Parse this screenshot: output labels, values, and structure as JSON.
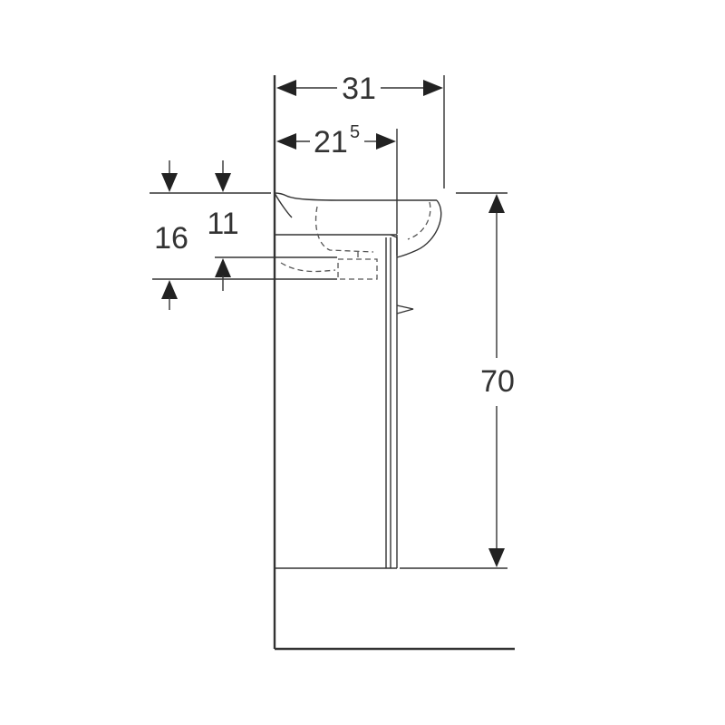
{
  "dimensions": {
    "overall_depth": {
      "value": "31"
    },
    "inner_depth": {
      "main": "21",
      "superscript": "5"
    },
    "height": {
      "value": "70"
    },
    "offset_large": {
      "value": "16"
    },
    "offset_small": {
      "value": "11"
    }
  },
  "colors": {
    "line": "#333333",
    "dashed": "#555555",
    "background": "#ffffff"
  }
}
